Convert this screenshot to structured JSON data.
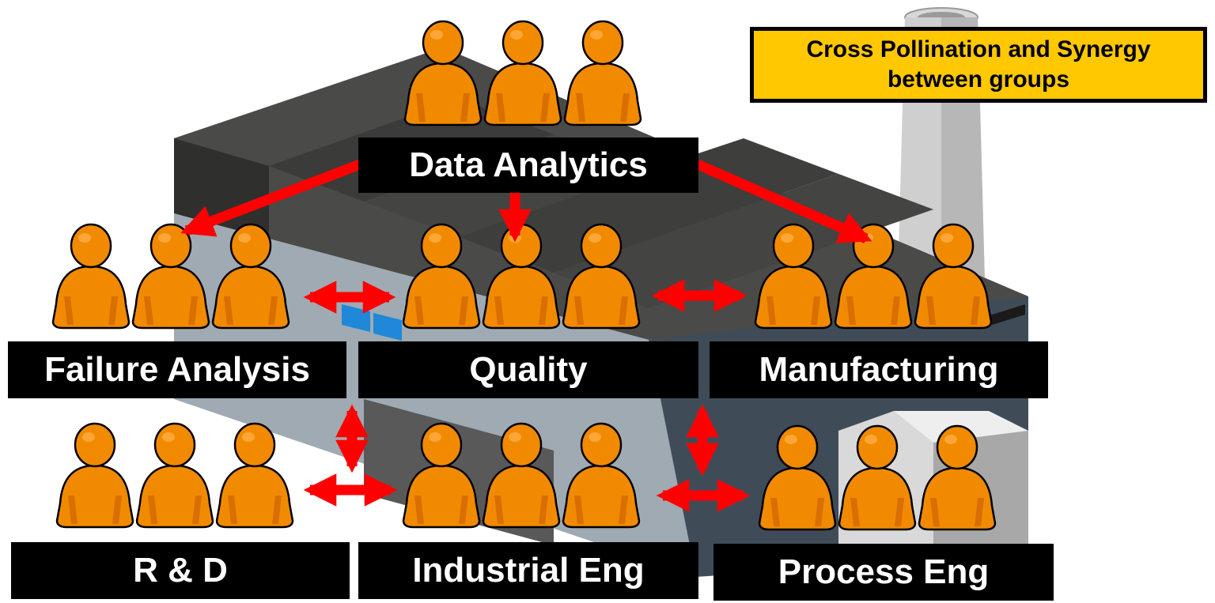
{
  "callout": {
    "line1": "Cross Pollination and Synergy",
    "line2": "between groups"
  },
  "groups": {
    "data_analytics": "Data Analytics",
    "failure_analysis": "Failure Analysis",
    "quality": "Quality",
    "manufacturing": "Manufacturing",
    "r_and_d": "R & D",
    "industrial_eng": "Industrial Eng",
    "process_eng": "Process Eng"
  },
  "colors": {
    "person_fill": "#F28A00",
    "person_shade": "#D86F00",
    "arrow": "#FF0000",
    "label_bg": "#000000",
    "callout_bg": "#FFC800",
    "roof": "#4A4A48",
    "wall": "#9FAAB2"
  },
  "icons": {
    "person": "person-icon",
    "factory": "factory-illustration"
  }
}
